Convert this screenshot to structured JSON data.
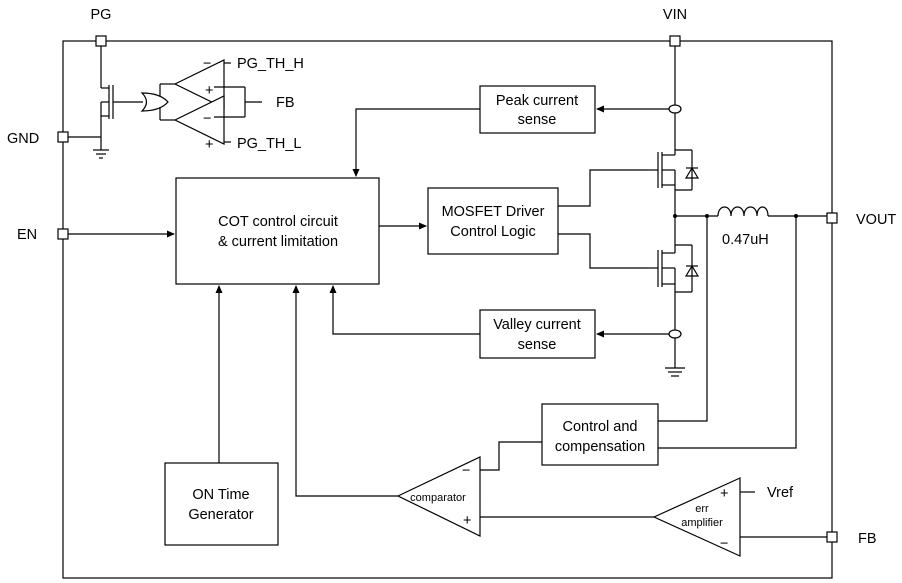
{
  "pins": {
    "pg": "PG",
    "vin": "VIN",
    "gnd": "GND",
    "en": "EN",
    "vout": "VOUT",
    "fb": "FB"
  },
  "pg_comparators": {
    "th_high": "PG_TH_H",
    "th_low": "PG_TH_L",
    "fb": "FB"
  },
  "blocks": {
    "cot_line1": "COT control circuit",
    "cot_line2": "& current limitation",
    "driver_line1": "MOSFET Driver",
    "driver_line2": "Control Logic",
    "peak_line1": "Peak current",
    "peak_line2": "sense",
    "valley_line1": "Valley current",
    "valley_line2": "sense",
    "ctrl_line1": "Control and",
    "ctrl_line2": "compensation",
    "ontime_line1": "ON Time",
    "ontime_line2": "Generator"
  },
  "inductor": "0.47uH",
  "comparator": {
    "label": "comparator",
    "minus": "−",
    "plus": "+"
  },
  "err_amp": {
    "label_line1": "err",
    "label_line2": "amplifier",
    "plus": "+",
    "minus": "−",
    "vref": "Vref"
  },
  "signs": {
    "minus": "−",
    "plus": "+"
  }
}
